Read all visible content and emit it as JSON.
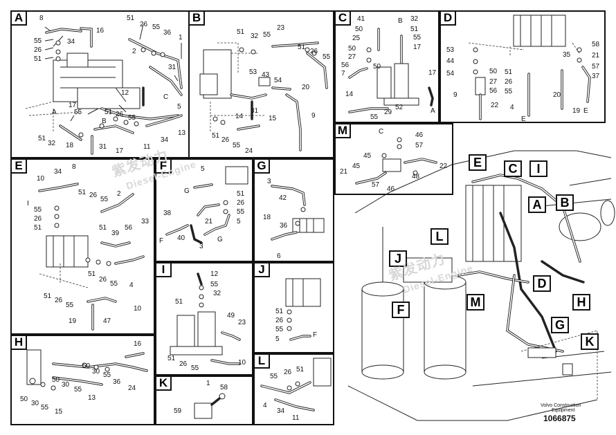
{
  "panels": {
    "A": {
      "tag": "A",
      "labels": [
        "8",
        "55",
        "26",
        "51",
        "34",
        "16",
        "51",
        "26",
        "55",
        "36",
        "1",
        "2",
        "31",
        "12",
        "C",
        "5",
        "A",
        "17",
        "55",
        "51",
        "26",
        "55",
        "B",
        "51",
        "32",
        "18",
        "31",
        "17",
        "11",
        "34",
        "13"
      ]
    },
    "B": {
      "tag": "B",
      "labels": [
        "51",
        "32",
        "55",
        "23",
        "51",
        "26",
        "55",
        "53",
        "43",
        "54",
        "20",
        "14",
        "31",
        "15",
        "9",
        "51",
        "26",
        "55",
        "24"
      ]
    },
    "C": {
      "tag": "C",
      "labels": [
        "41",
        "50",
        "25",
        "50",
        "27",
        "56",
        "7",
        "32",
        "B",
        "55",
        "17",
        "50",
        "51",
        "17",
        "A",
        "14",
        "55",
        "29",
        "52"
      ]
    },
    "D": {
      "tag": "D",
      "labels": [
        "58",
        "21",
        "53",
        "44",
        "54",
        "50",
        "27",
        "56",
        "22",
        "51",
        "26",
        "55",
        "35",
        "57",
        "37",
        "9",
        "4",
        "20",
        "19",
        "E",
        "E"
      ]
    },
    "M": {
      "tag": "M",
      "labels": [
        "C",
        "46",
        "57",
        "45",
        "21",
        "45",
        "57",
        "46",
        "48",
        "22"
      ]
    },
    "E": {
      "tag": "E",
      "labels": [
        "10",
        "34",
        "8",
        "I",
        "51",
        "26",
        "55",
        "2",
        "55",
        "26",
        "51",
        "51",
        "39",
        "56",
        "33",
        "51",
        "26",
        "55",
        "4",
        "51",
        "26",
        "55",
        "10",
        "19",
        "47"
      ]
    },
    "F": {
      "tag": "F",
      "labels": [
        "5",
        "G",
        "51",
        "26",
        "55",
        "38",
        "21",
        "F",
        "40",
        "3",
        "5",
        "G"
      ]
    },
    "G": {
      "tag": "G",
      "labels": [
        "3",
        "42",
        "18",
        "36",
        "6"
      ]
    },
    "I": {
      "tag": "I",
      "labels": [
        "12",
        "55",
        "32",
        "51",
        "49",
        "23",
        "51",
        "26",
        "55",
        "10"
      ]
    },
    "J": {
      "tag": "J",
      "labels": [
        "51",
        "26",
        "55",
        "5",
        "F"
      ]
    },
    "H": {
      "tag": "H",
      "labels": [
        "16",
        "50",
        "30",
        "55",
        "36",
        "24",
        "50",
        "30",
        "55",
        "13",
        "50",
        "30",
        "55",
        "15"
      ]
    },
    "K": {
      "tag": "K",
      "labels": [
        "1",
        "58",
        "59"
      ]
    },
    "L": {
      "tag": "L",
      "labels": [
        "55",
        "26",
        "51",
        "4",
        "34",
        "11"
      ]
    }
  },
  "main_callouts": [
    "E",
    "C",
    "I",
    "A",
    "B",
    "L",
    "J",
    "F",
    "M",
    "D",
    "H",
    "G",
    "K"
  ],
  "footer": {
    "brand": "Volvo Construction",
    "brand2": "Equipment",
    "code": "1066875"
  },
  "watermark": {
    "cn": "紫发动力",
    "en": "Diesel-Engine"
  }
}
